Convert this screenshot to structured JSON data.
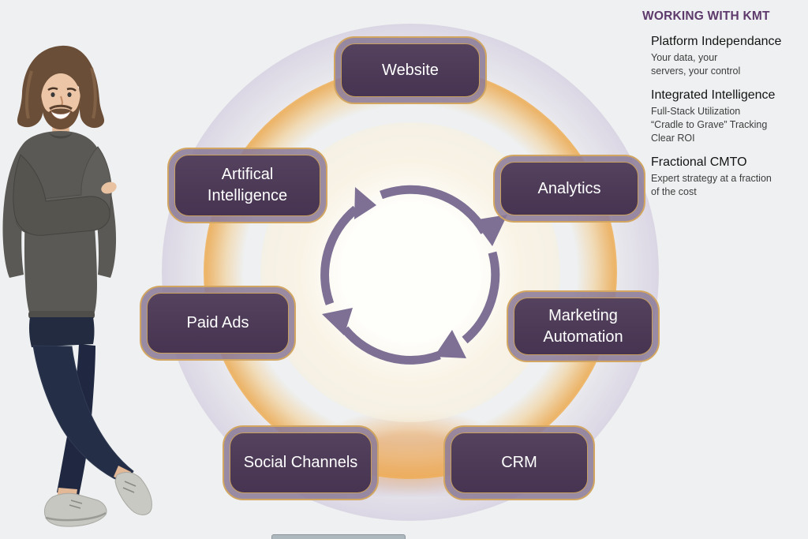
{
  "slide": {
    "background_color": "#eef0f1"
  },
  "working_with": {
    "title": "WORKING WITH KMT",
    "title_color": "#5d3a6b",
    "sections": [
      {
        "heading": "Platform Independance",
        "body": "Your data, your\nservers, your control"
      },
      {
        "heading": "Integrated Intelligence",
        "body": "Full-Stack Utilization\n“Cradle to Grave” Tracking\nClear ROI"
      },
      {
        "heading": "Fractional CMTO",
        "body": "Expert strategy at a fraction\nof the cost"
      }
    ]
  },
  "cycle_diagram": {
    "center_icon": "clockwise-cycle-arrows",
    "nodes": [
      {
        "label": "Website",
        "position": "top"
      },
      {
        "label": "Analytics",
        "position": "upper-right"
      },
      {
        "label": "Marketing\nAutomation",
        "position": "lower-right"
      },
      {
        "label": "CRM",
        "position": "bottom-right"
      },
      {
        "label": "Social Channels",
        "position": "bottom-left"
      },
      {
        "label": "Paid Ads",
        "position": "lower-left"
      },
      {
        "label": "Artifical\nIntelligence",
        "position": "upper-left"
      }
    ],
    "colors": {
      "node_fill": "#4e3b58",
      "node_frame": "#8d7c99",
      "node_border_gold": "#cda15e",
      "arrow": "#7d7094",
      "glow_gold": "#ecb468",
      "glow_bright": "#ffedbf",
      "halo_lavender": "#b19dc7"
    }
  },
  "person": {
    "description": "Smiling man with shoulder-length brown hair and beard, gray crew-neck sweater, arms crossed, legs crossed, navy pants, light gray sneakers"
  }
}
